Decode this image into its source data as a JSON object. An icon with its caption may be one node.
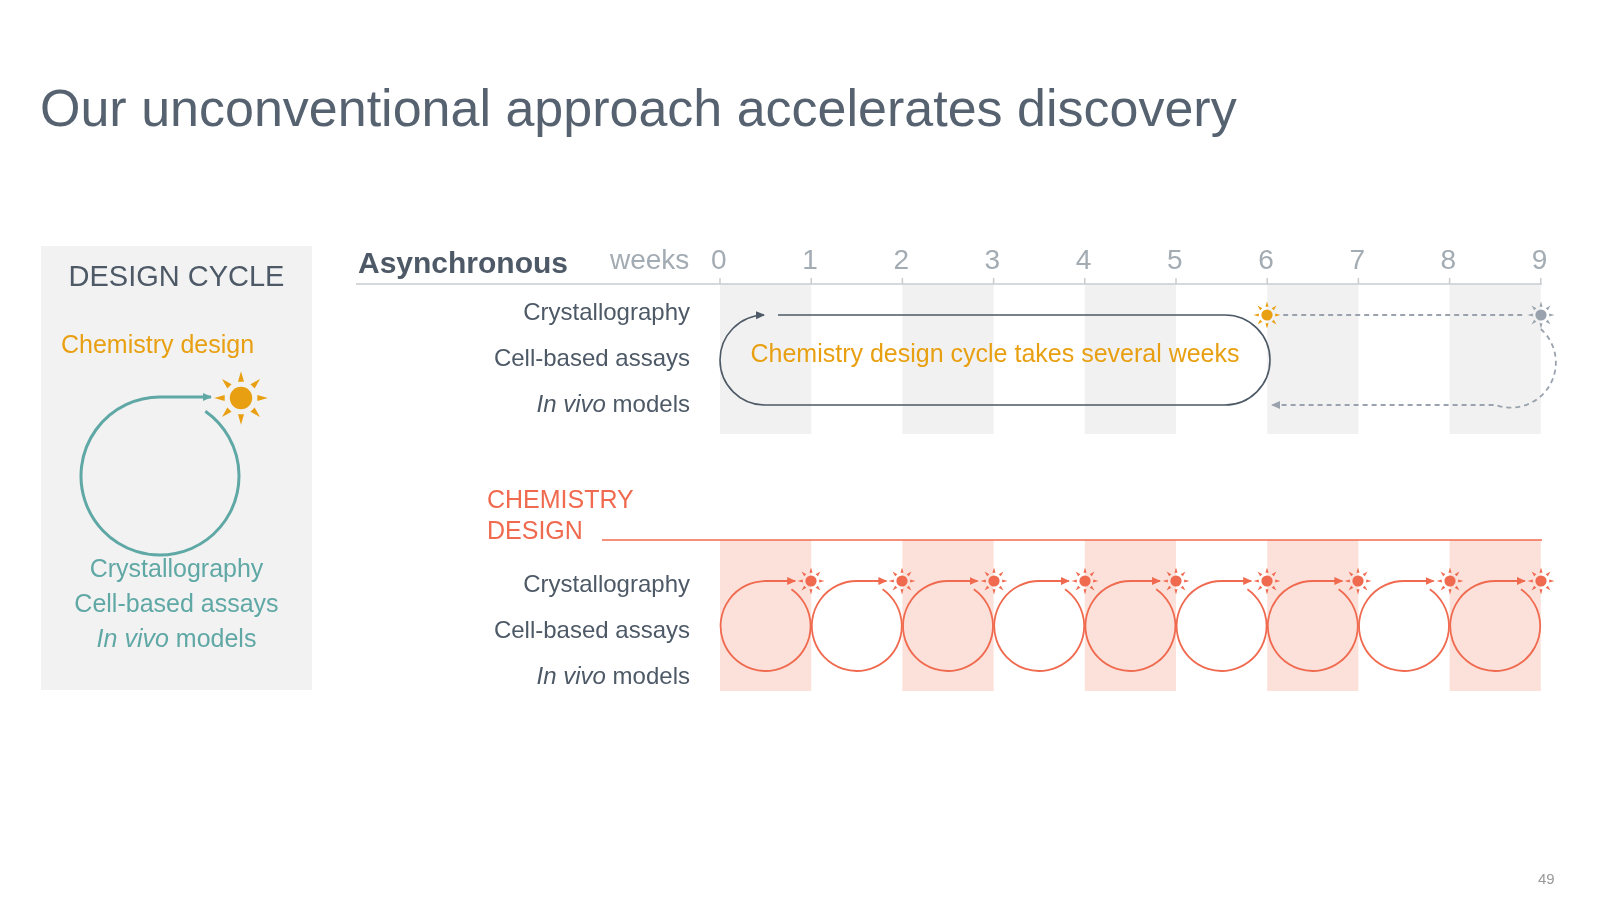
{
  "diagram": {
    "title": "Our unconventional approach accelerates discovery",
    "nodes": [
      {
        "text": [
          "DESIGN CYCLE"
        ]
      },
      {
        "text": [
          "Chemistry design"
        ],
        "in": 0
      },
      {
        "text": [],
        "shape": "sun",
        "in": 0
      },
      {
        "text": [
          "Crystallography",
          "Cell-based assays",
          "*In vivo* models"
        ],
        "in": 0
      },
      {
        "text": [
          "Chemistry design cycle takes several weeks"
        ]
      },
      {
        "text": [],
        "shape": "sun"
      },
      {
        "text": [],
        "shape": "sun"
      },
      {
        "text": [],
        "shape": "sun"
      },
      {
        "text": [],
        "shape": "sun"
      },
      {
        "text": [],
        "shape": "sun"
      },
      {
        "text": [],
        "shape": "sun"
      },
      {
        "text": [],
        "shape": "sun"
      },
      {
        "text": [],
        "shape": "sun"
      },
      {
        "text": [],
        "shape": "sun"
      },
      {
        "text": [],
        "shape": "sun"
      },
      {
        "text": [],
        "shape": "sun"
      }
    ],
    "edges": [
      {
        "from": null,
        "to": 2,
        "arrow": "to",
        "color": "#5fa8a5"
      },
      {
        "from": 5,
        "to": 6,
        "arrow": "none",
        "style": "dashed",
        "color": "#9aa3ad"
      },
      {
        "from": 6,
        "to": 4,
        "arrow": "to",
        "style": "dashed",
        "color": "#9aa3ad"
      },
      {
        "from": null,
        "to": 7,
        "arrow": "to"
      },
      {
        "from": null,
        "to": 8,
        "arrow": "to"
      },
      {
        "from": null,
        "to": 9,
        "arrow": "to"
      },
      {
        "from": null,
        "to": 10,
        "arrow": "to"
      },
      {
        "from": null,
        "to": 11,
        "arrow": "to"
      },
      {
        "from": null,
        "to": 12,
        "arrow": "to"
      },
      {
        "from": null,
        "to": 13,
        "arrow": "to"
      },
      {
        "from": null,
        "to": 14,
        "arrow": "to"
      },
      {
        "from": null,
        "to": 15,
        "arrow": "to"
      }
    ],
    "labels": [
      "Asynchronous",
      "weeks",
      "0",
      "1",
      "2",
      "3",
      "4",
      "5",
      "6",
      "7",
      "8",
      "9",
      "Crystallography",
      "Cell-based assays",
      "*In vivo* models",
      "CHEMISTRY DESIGN",
      "Crystallography",
      "Cell-based assays",
      "*In vivo* models",
      "49"
    ]
  }
}
